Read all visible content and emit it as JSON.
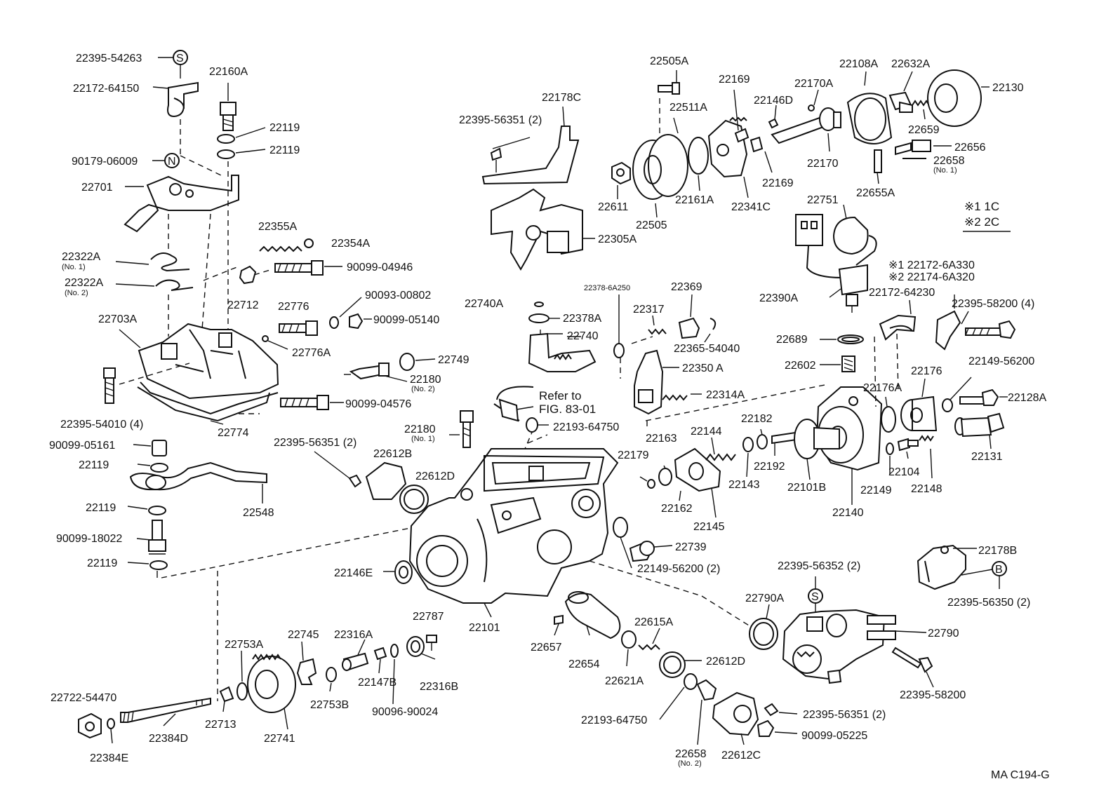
{
  "labels": {
    "p22395_54263": "22395-54263",
    "p22172_64150": "22172-64150",
    "p22160A": "22160A",
    "p22119_a": "22119",
    "p22119_b": "22119",
    "p90179_06009": "90179-06009",
    "p22701": "22701",
    "p22355A": "22355A",
    "p22354A": "22354A",
    "p22322A_1": "22322A",
    "p22322A_2": "22322A",
    "p90099_04946": "90099-04946",
    "p90093_00802": "90093-00802",
    "p22712": "22712",
    "p22776": "22776",
    "p90099_05140": "90099-05140",
    "p22703A": "22703A",
    "p22776A": "22776A",
    "p22749": "22749",
    "p22180_2": "22180",
    "p22395_54010": "22395-54010 (4)",
    "p22774": "22774",
    "p90099_04576": "90099-04576",
    "p90099_05161": "90099-05161",
    "p22119_c": "22119",
    "p22548": "22548",
    "p22119_d": "22119",
    "p90099_18022": "90099-18022",
    "p22119_e": "22119",
    "p22180_1": "22180",
    "p22395_56351_a": "22395-56351 (2)",
    "p22612B": "22612B",
    "p22612D_a": "22612D",
    "p22193_64750_a": "22193-64750",
    "p22146E": "22146E",
    "p22101": "22101",
    "p22722_54470": "22722-54470",
    "p22384D": "22384D",
    "p22384E": "22384E",
    "p22713": "22713",
    "p22753A": "22753A",
    "p22741": "22741",
    "p22745": "22745",
    "p22316A": "22316A",
    "p22753B": "22753B",
    "p22147B": "22147B",
    "p90096_90024": "90096-90024",
    "p22787": "22787",
    "p22316B": "22316B",
    "p22657": "22657",
    "p22654": "22654",
    "p22621A": "22621A",
    "p22615A": "22615A",
    "p22612D_b": "22612D",
    "p22193_64750_b": "22193-64750",
    "p22658_2": "22658",
    "p22612C": "22612C",
    "p22395_56351_c": "22395-56351 (2)",
    "p90099_05225": "90099-05225",
    "p22395_56351_b": "22395-56351 (2)",
    "p22178C": "22178C",
    "p22305A": "22305A",
    "p22505A": "22505A",
    "p22511A": "22511A",
    "p22169_a": "22169",
    "p22169_b": "22169",
    "p22611": "22611",
    "p22505": "22505",
    "p22161A": "22161A",
    "p22341C": "22341C",
    "p22170A": "22170A",
    "p22146D": "22146D",
    "p22170": "22170",
    "p22108A": "22108A",
    "p22632A": "22632A",
    "p22130": "22130",
    "p22659": "22659",
    "p22656": "22656",
    "p22658_1": "22658",
    "p22655A": "22655A",
    "p22751": "22751",
    "p22390A": "22390A",
    "p22740A": "22740A",
    "p22378A": "22378A",
    "p22740": "22740",
    "p22378_6A250": "22378-6A250",
    "p22369": "22369",
    "p22317": "22317",
    "p22365_54040": "22365-54040",
    "p22350A": "22350 A",
    "p22314A": "22314A",
    "p22179": "22179",
    "p22163": "22163",
    "p22144": "22144",
    "p22182": "22182",
    "p22143": "22143",
    "p22192": "22192",
    "p22162": "22162",
    "p22145": "22145",
    "p22101B": "22101B",
    "p22140": "22140",
    "p22739": "22739",
    "p22149_56200_b": "22149-56200 (2)",
    "p22689": "22689",
    "p22602": "22602",
    "p22172_64230": "22172-64230",
    "p22395_58200_4": "22395-58200 (4)",
    "p22176A": "22176A",
    "p22176": "22176",
    "p22149_56200_a": "22149-56200",
    "p22128A": "22128A",
    "p22131": "22131",
    "p22104": "22104",
    "p22149": "22149",
    "p22148": "22148",
    "p22178B": "22178B",
    "p22395_56352": "22395-56352 (2)",
    "p22790A": "22790A",
    "p22790": "22790",
    "p22395_58200": "22395-58200",
    "p22395_56350": "22395-56350 (2)",
    "no1_a": "(No. 1)",
    "no2_a": "(No. 2)",
    "no2_b": "(No. 2)",
    "no1_b": "(No. 1)",
    "no1_c": "(No. 1)",
    "no2_c": "(No. 2)",
    "refer_line1": "Refer to",
    "refer_line2": "FIG. 83-01",
    "badge_s1": "S",
    "badge_n": "N",
    "badge_s2": "S",
    "badge_b": "B",
    "legend_1": "※1 1C",
    "legend_2": "※2 2C",
    "note_1": "※1 22172-6A330",
    "note_2": "※2 22174-6A320",
    "footer_code": "MA C194-G"
  }
}
